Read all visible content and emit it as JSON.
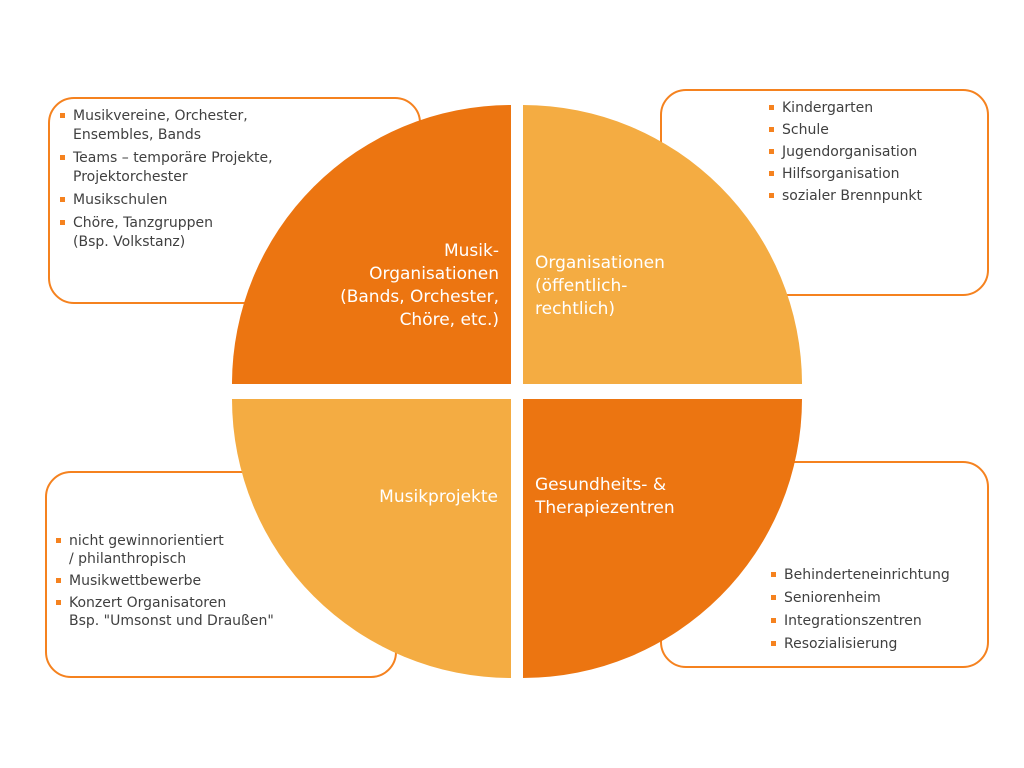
{
  "colors": {
    "dark": "#EC7511",
    "light": "#F4AC42",
    "border": "#F5821F",
    "text": "#404040"
  },
  "quadrants": {
    "top_left": {
      "label": "Musik-\nOrganisationen\n(Bands, Orchester,\nChöre, etc.)",
      "items": [
        "Musikvereine, Orchester,\nEnsembles, Bands",
        "Teams – temporäre Projekte,\nProjektorchester",
        "Musikschulen",
        "Chöre, Tanzgruppen\n(Bsp. Volkstanz)"
      ]
    },
    "top_right": {
      "label": "Organisationen\n(öffentlich-\nrechtlich)",
      "items": [
        "Kindergarten",
        "Schule",
        "Jugendorganisation",
        "Hilfsorganisation",
        "sozialer Brennpunkt"
      ]
    },
    "bottom_left": {
      "label": "Musikprojekte",
      "items": [
        "nicht gewinnorientiert\n/ philanthropisch",
        "Musikwettbewerbe",
        "Konzert Organisatoren\nBsp. \"Umsonst und Draußen\""
      ]
    },
    "bottom_right": {
      "label": "Gesundheits- &\nTherapiezentren",
      "items": [
        "Behinderteneinrichtung",
        "Seniorenheim",
        "Integrationszentren",
        "Resozialisierung"
      ]
    }
  }
}
